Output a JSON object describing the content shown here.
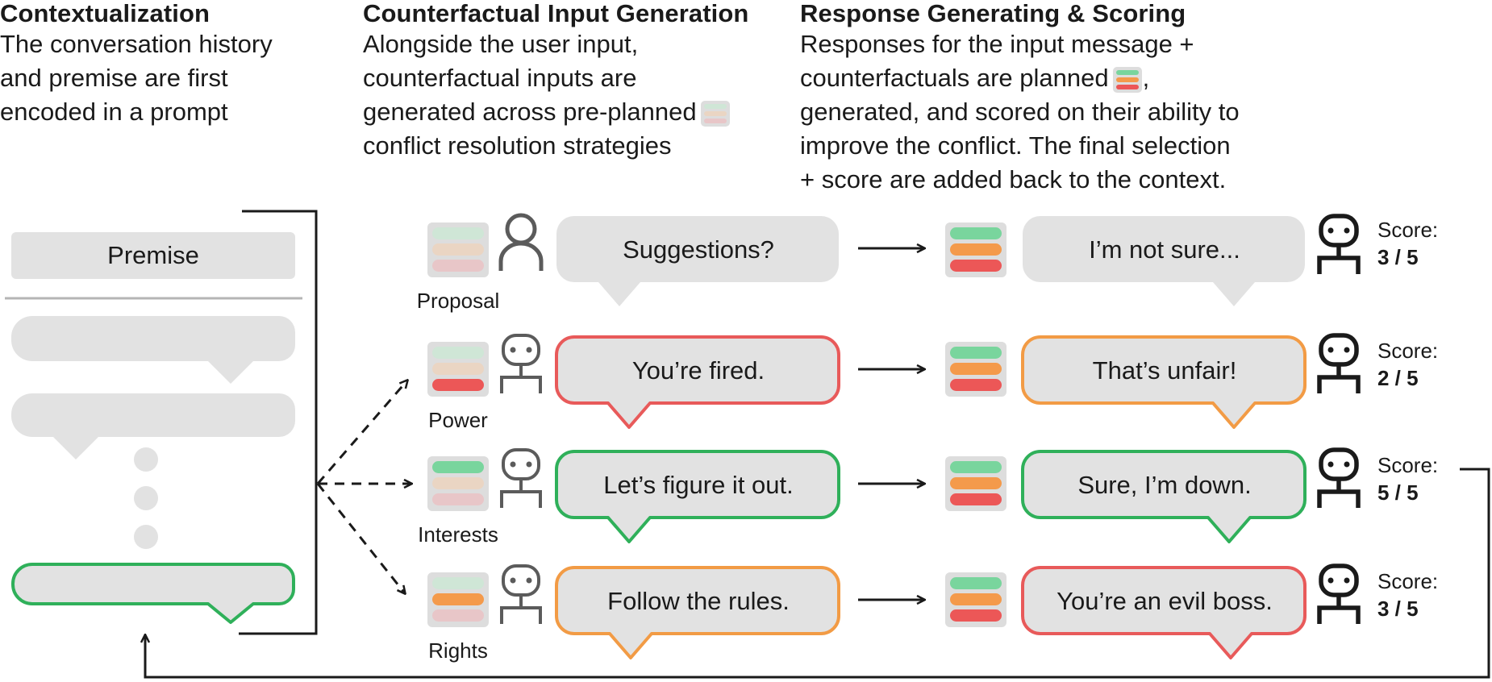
{
  "columns": {
    "contextualization": {
      "title": "Contextualization",
      "lines": [
        "The conversation history",
        "and premise are first",
        "encoded in a prompt"
      ]
    },
    "counterfactual": {
      "title": "Counterfactual Input Generation",
      "lines": [
        "Alongside the user input,",
        "counterfactual inputs are",
        "generated across pre-planned",
        "conflict resolution strategies"
      ]
    },
    "response": {
      "title": "Response Generating & Scoring",
      "lines": [
        "Responses for the input message +",
        "counterfactuals are planned",
        "generated, and scored on their ability to",
        "improve the conflict. The final selection",
        "+ score are added back to the context."
      ],
      "line2_suffix": ","
    }
  },
  "context_panel": {
    "premise_label": "Premise"
  },
  "rows": [
    {
      "strategy": "Proposal",
      "input_text": "Suggestions?",
      "input_border": "none",
      "actor": "person",
      "input_bars_active": [],
      "response_text": "I’m not sure...",
      "response_border": "none",
      "score_label": "Score:",
      "score_value": "3 / 5"
    },
    {
      "strategy": "Power",
      "input_text": "You’re fired.",
      "input_border": "red",
      "actor": "robot",
      "input_bars_active": [
        2
      ],
      "response_text": "That’s unfair!",
      "response_border": "orange",
      "score_label": "Score:",
      "score_value": "2 / 5"
    },
    {
      "strategy": "Interests",
      "input_text": "Let’s figure it out.",
      "input_border": "green",
      "actor": "robot",
      "input_bars_active": [
        0
      ],
      "response_text": "Sure, I’m down.",
      "response_border": "green",
      "score_label": "Score:",
      "score_value": "5 / 5"
    },
    {
      "strategy": "Rights",
      "input_text": "Follow the rules.",
      "input_border": "orange",
      "actor": "robot",
      "input_bars_active": [
        1
      ],
      "response_text": "You’re an evil boss.",
      "response_border": "red",
      "score_label": "Score:",
      "score_value": "3 / 5"
    }
  ],
  "colors": {
    "green": "#2fb05a",
    "orange": "#f29b45",
    "red": "#e85a5a",
    "green_bar": "#79d59d",
    "orange_bar": "#f49a4b",
    "red_bar": "#ec5757",
    "green_faded": "#cfe6d6",
    "orange_faded": "#ead5c3",
    "red_faded": "#e8c6c8",
    "bubble_fill": "#e2e2e2",
    "swatch_bg": "#dddddd",
    "line": "#1a1a1a",
    "icon_gray": "#5b5b5b"
  },
  "icons": {
    "user": "person-icon",
    "counterfactual_user": "robot-icon",
    "responder": "robot-icon",
    "strategy_swatch": "strategy-bars-icon"
  }
}
